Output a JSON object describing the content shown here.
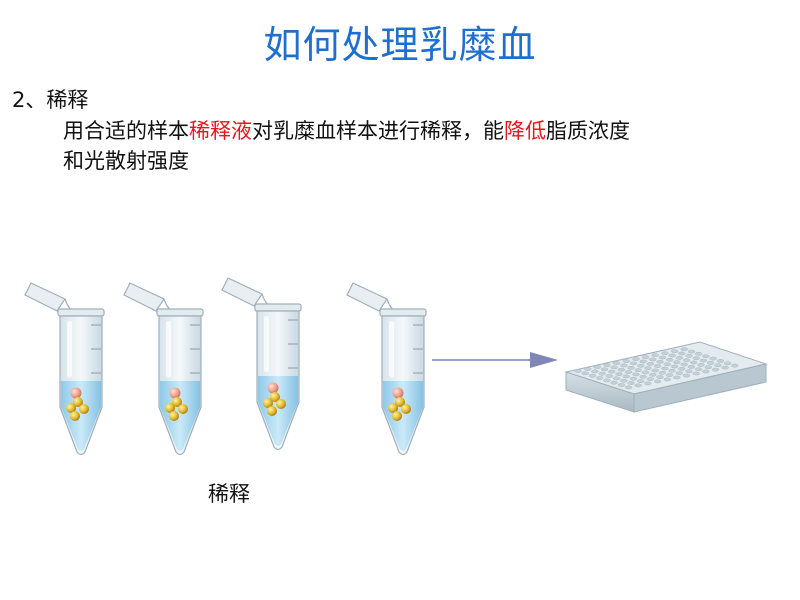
{
  "title": "如何处理乳糜血",
  "section": {
    "number": "2、",
    "heading": "稀释"
  },
  "paragraph": {
    "part1": "用合适的样本",
    "highlight1": "稀释液",
    "part2": "对乳糜血样本进行稀释，能",
    "highlight2": "降低",
    "part3": "脂质浓度",
    "line2": "和光散射强度"
  },
  "caption": "稀释",
  "colors": {
    "title": "#1f6fd0",
    "highlight": "#e8161c",
    "tube_liquid": "#9fd3ee",
    "arrow": "#7f86b8",
    "plate": "#c9d6dd"
  },
  "icons": [
    "tube-icon",
    "sample-droplets-icon",
    "arrow-right-icon",
    "well-plate-icon"
  ]
}
